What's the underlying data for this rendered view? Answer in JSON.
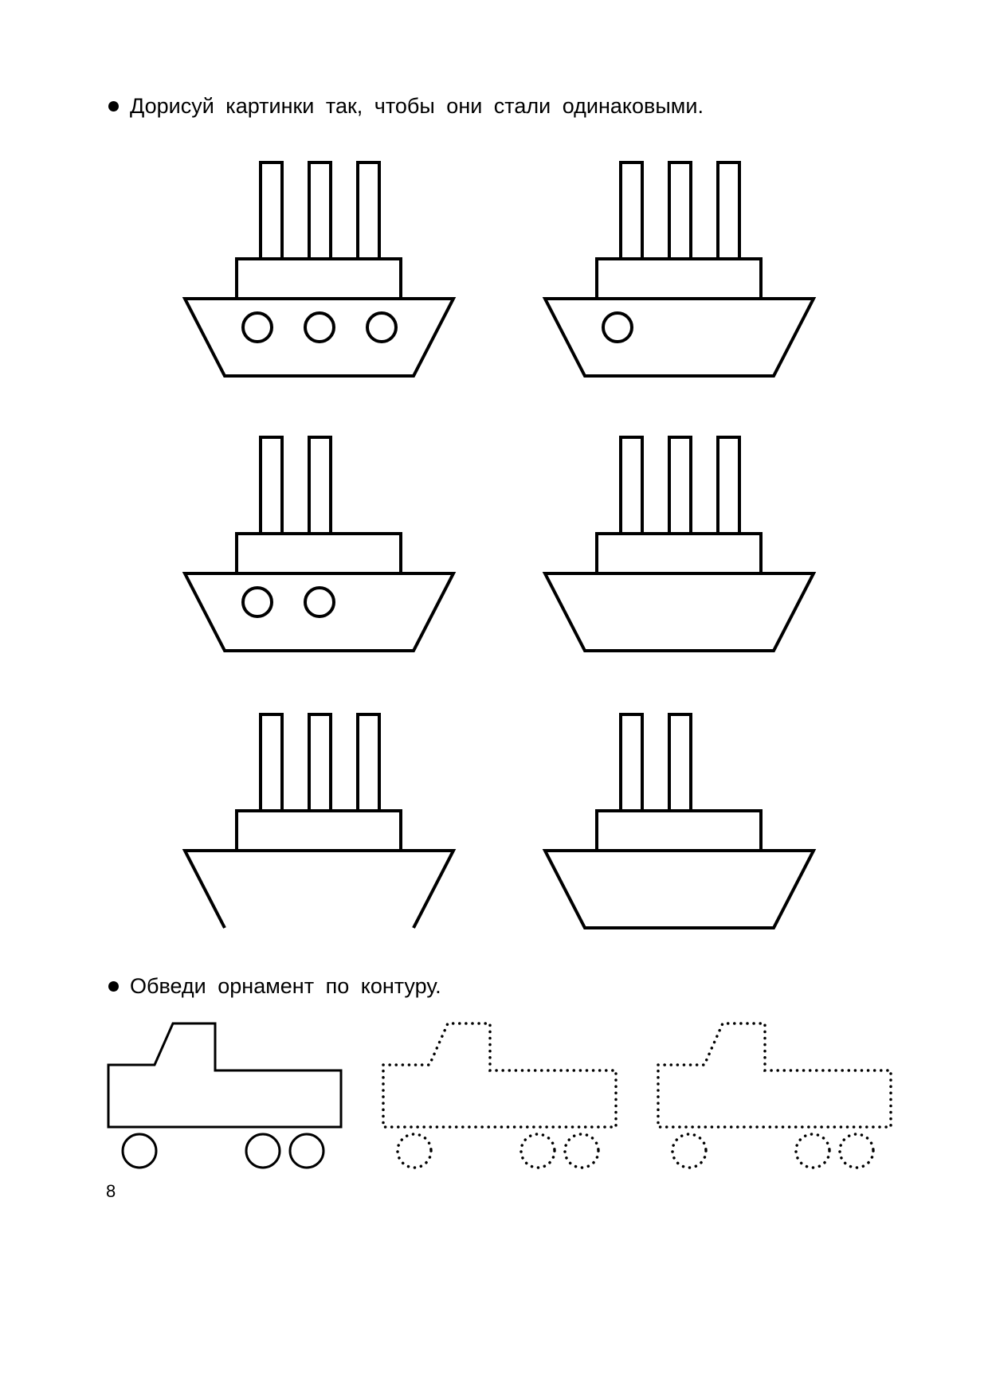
{
  "task1": {
    "text": "Дорисуй картинки так, чтобы они стали одинаковыми."
  },
  "task2": {
    "text": "Обведи орнамент по контуру."
  },
  "page_number": "8",
  "colors": {
    "ink": "#000000",
    "paper": "#ffffff"
  },
  "ships": [
    {
      "funnels": 3,
      "portholes": 3,
      "hull_complete": true
    },
    {
      "funnels": 3,
      "portholes": 1,
      "hull_complete": true
    },
    {
      "funnels": 2,
      "portholes": 2,
      "hull_complete": true
    },
    {
      "funnels": 3,
      "portholes": 0,
      "hull_complete": true
    },
    {
      "funnels": 3,
      "portholes": 0,
      "hull_complete": false
    },
    {
      "funnels": 2,
      "portholes": 0,
      "hull_complete": true
    }
  ],
  "trucks": [
    {
      "style": "solid"
    },
    {
      "style": "dotted"
    },
    {
      "style": "dotted"
    }
  ]
}
